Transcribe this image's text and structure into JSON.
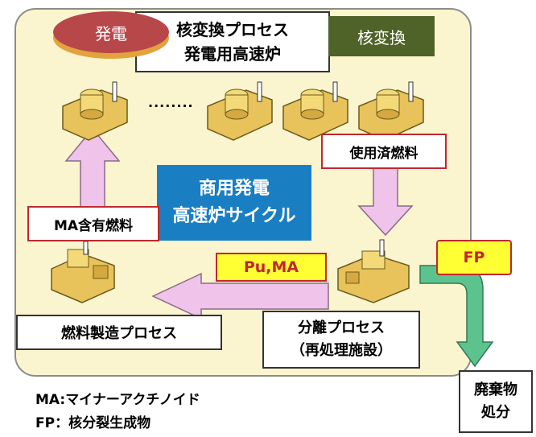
{
  "labels": {
    "power_generation": "発電",
    "transmutation": "核変換",
    "transmutation_process_line1": "核変換プロセス",
    "transmutation_process_line2": "発電用高速炉",
    "center_title_line1": "商用発電",
    "center_title_line2": "高速炉サイクル",
    "spent_fuel": "使用済燃料",
    "ma_fuel": "MA含有燃料",
    "pu_ma": "Pu,MA",
    "fp": "FP",
    "fuel_fabrication": "燃料製造プロセス",
    "separation_line1": "分離プロセス",
    "separation_line2": "（再処理施設）",
    "waste_line1": "廃棄物",
    "waste_line2": "処分",
    "ellipsis": "........"
  },
  "legend": {
    "ma": "MA:マイナーアクチノイド",
    "fp": "FP：核分裂生成物"
  },
  "colors": {
    "panel": "#fbf5cf",
    "arrow_pink": "#efc3ea",
    "arrow_green": "#5cc28e",
    "center_blue": "#1a7ec2",
    "highlight_yellow": "#ffff33",
    "accent_red": "#c0282f",
    "transmutation_green": "#4f6228"
  }
}
